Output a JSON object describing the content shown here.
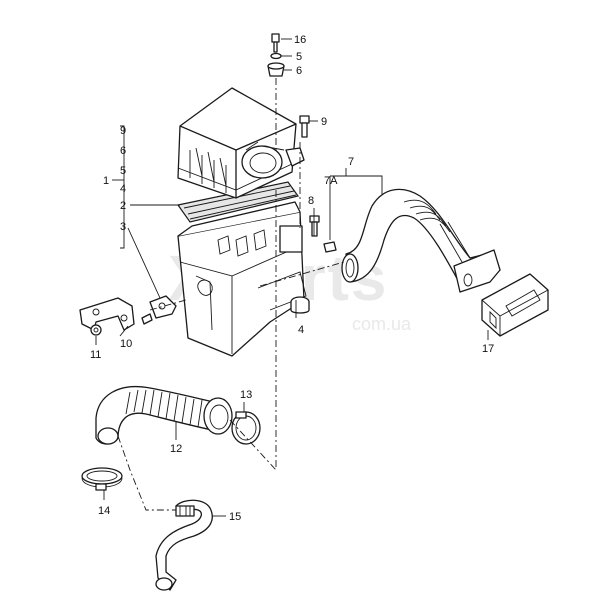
{
  "watermark": {
    "main": "parts",
    "prefix": "X",
    "domain": "com.ua"
  },
  "callouts": {
    "c16": "16",
    "c5a": "5",
    "c6a": "6",
    "c9a": "9",
    "c9b": "9",
    "c6b": "6",
    "c5b": "5",
    "c4a": "4",
    "c1": "1",
    "c2": "2",
    "c3": "3",
    "c7": "7",
    "c7a": "7A",
    "c8": "8",
    "c4b": "4",
    "c10": "10",
    "c11": "11",
    "c12": "12",
    "c13": "13",
    "c14": "14",
    "c15": "15",
    "c17": "17"
  }
}
